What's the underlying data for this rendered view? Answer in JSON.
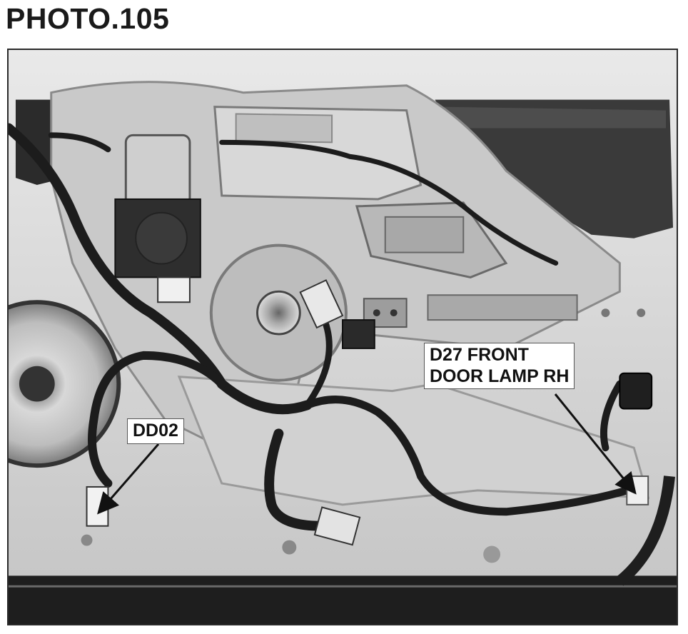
{
  "header": {
    "title": "PHOTO.105"
  },
  "callouts": {
    "dd02": "DD02",
    "d27_line1": "D27 FRONT",
    "d27_line2": "DOOR LAMP RH"
  },
  "colors": {
    "photo_background": "#cfcfcf",
    "harness": "#1c1c1c",
    "metal_light": "#e4e4e4",
    "metal_mid": "#b9b9b9",
    "metal_dark": "#6e6e6e"
  }
}
